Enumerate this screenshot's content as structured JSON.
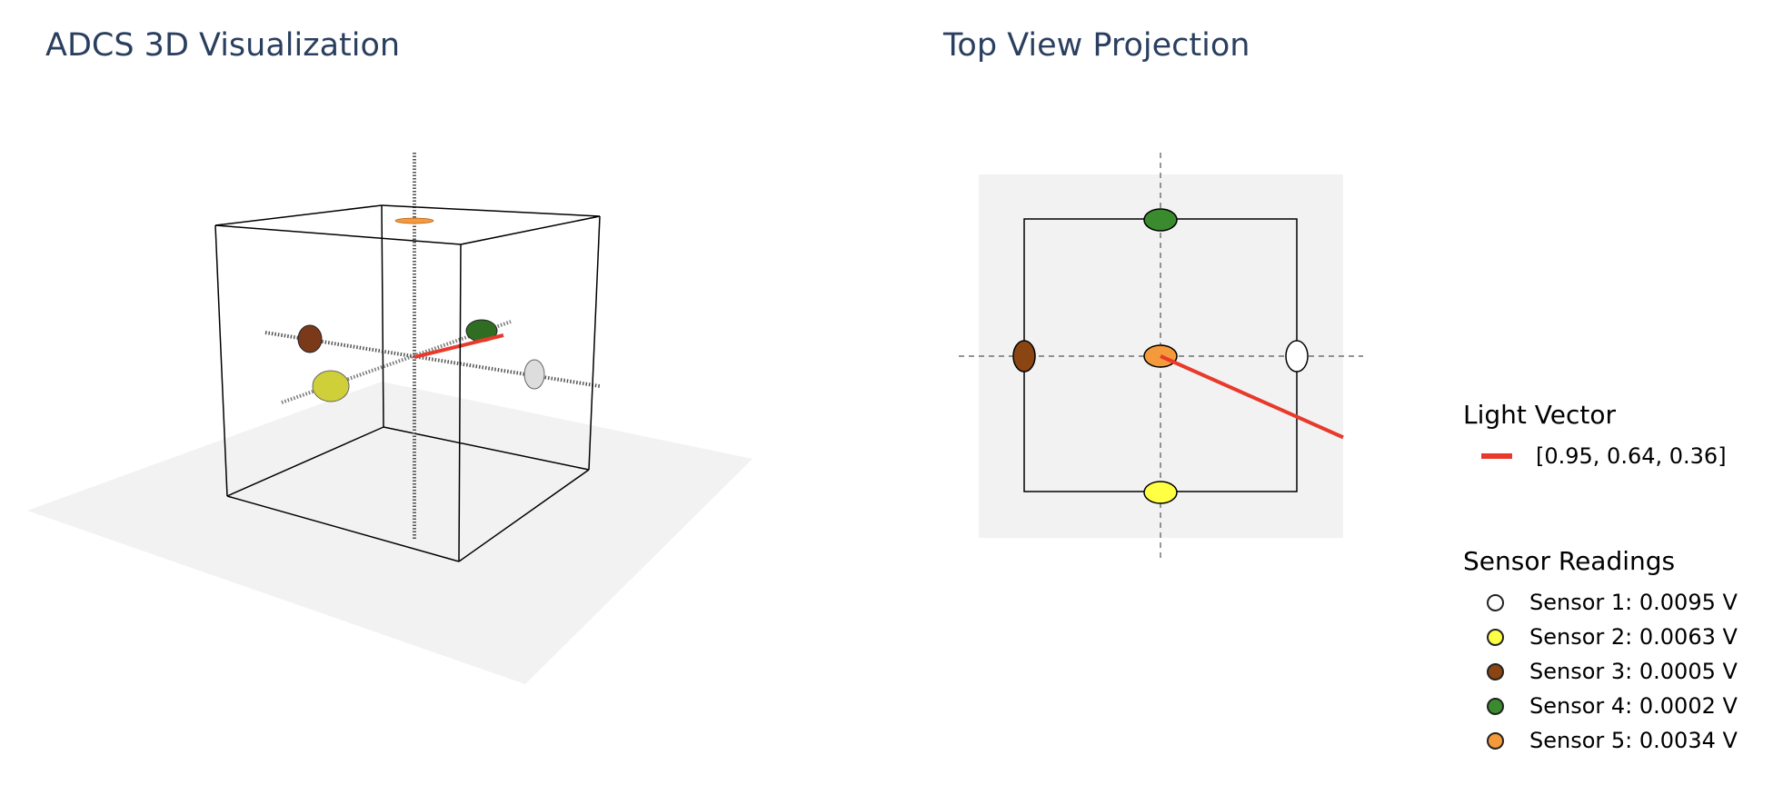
{
  "left_panel": {
    "title": "ADCS 3D Visualization"
  },
  "right_panel": {
    "title": "Top View Projection"
  },
  "light_vector": {
    "legend_title": "Light Vector",
    "label": "[0.95, 0.64, 0.36]",
    "vector": [
      0.95,
      0.64,
      0.36
    ],
    "color": "#e8392b"
  },
  "sensors": {
    "legend_title": "Sensor Readings",
    "items": [
      {
        "label": "Sensor 1: 0.0095 V",
        "reading_v": 0.0095,
        "color": "#ffffff",
        "face": "+X"
      },
      {
        "label": "Sensor 2: 0.0063 V",
        "reading_v": 0.0063,
        "color": "#ffff44",
        "face": "-Y"
      },
      {
        "label": "Sensor 3: 0.0005 V",
        "reading_v": 0.0005,
        "color": "#8b4513",
        "face": "-X"
      },
      {
        "label": "Sensor 4: 0.0002 V",
        "reading_v": 0.0002,
        "color": "#3a8a2e",
        "face": "+Y"
      },
      {
        "label": "Sensor 5: 0.0034 V",
        "reading_v": 0.0034,
        "color": "#f59a3a",
        "face": "+Z"
      }
    ]
  }
}
